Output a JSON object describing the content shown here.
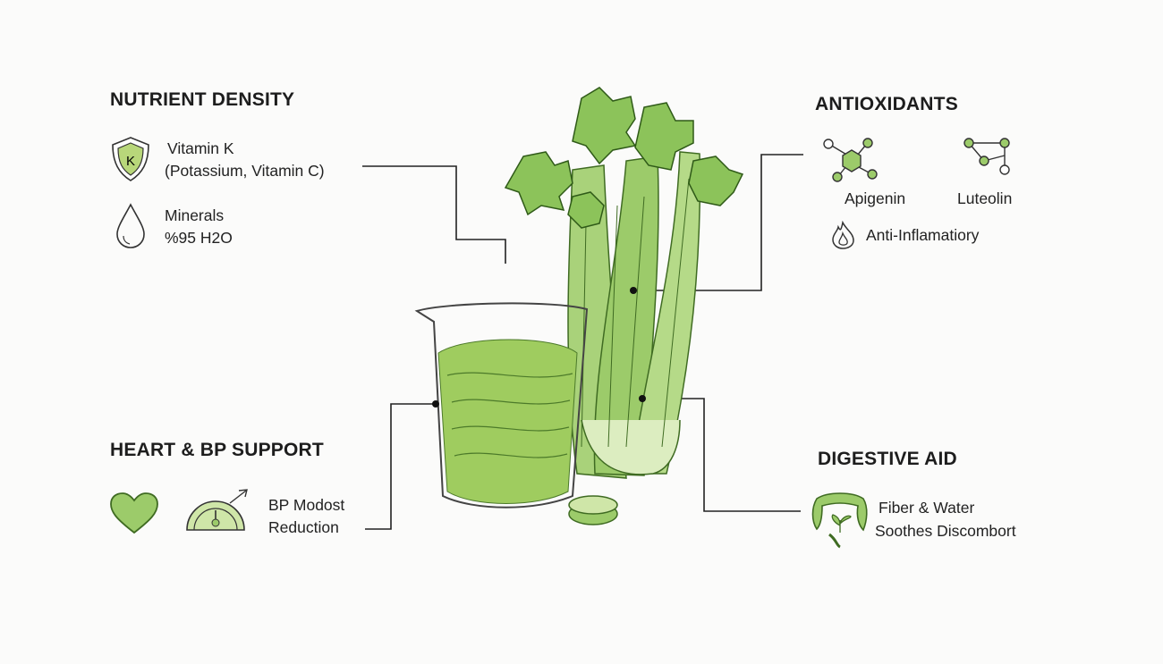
{
  "nutrient_density": {
    "title": "NUTRIENT DENSITY",
    "items": [
      {
        "icon": "shield-k-icon",
        "badge": "K",
        "line1": "Vitamin K",
        "line2": "(Potassium, Vitamin C)"
      },
      {
        "icon": "water-drop-icon",
        "line1": "Minerals",
        "line2": "%95 H2O"
      }
    ]
  },
  "antioxidants": {
    "title": "ANTIOXIDANTS",
    "compounds": [
      "Apigenin",
      "Luteolin"
    ],
    "effect": "Anti-Inflamatiory"
  },
  "heart": {
    "title": "HEART & BP SUPPORT",
    "line1": "BP Modost",
    "line2": "Reduction"
  },
  "digestive": {
    "title": "DIGESTIVE AID",
    "line1": "Fiber & Water",
    "line2": "Soothes Discombort"
  },
  "colors": {
    "green": "#9ccb6a",
    "dark_green": "#3f6b22",
    "line": "#222222"
  }
}
